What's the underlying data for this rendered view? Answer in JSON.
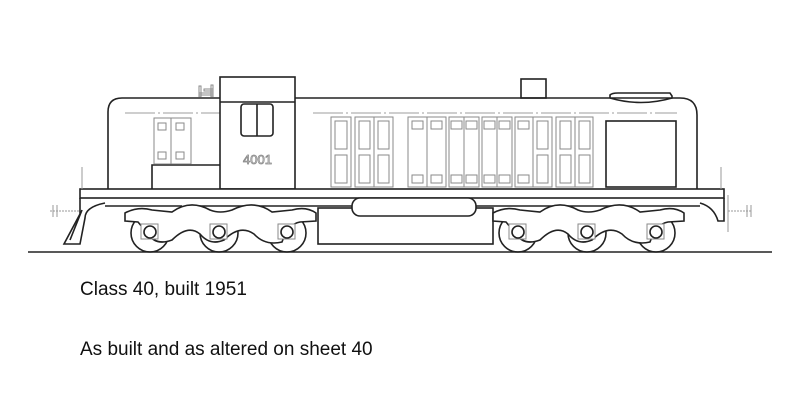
{
  "diagram": {
    "subject": "diesel-electric road switcher locomotive, side elevation line drawing",
    "road_number": "4001",
    "colors": {
      "outline": "#222222",
      "detail_lines": "#8a8a8a",
      "background": "#ffffff"
    },
    "components": [
      "short-hood",
      "horn",
      "cab",
      "cab-window",
      "long-hood",
      "hood-doors",
      "exhaust-stack",
      "radiator-grille",
      "dynamic-brake-hatch",
      "frame-walkway",
      "fuel-tank",
      "air-reservoir",
      "front-truck",
      "rear-truck",
      "pilot",
      "coupler-markers",
      "rail"
    ]
  },
  "captions": {
    "line1": "Class 40, built 1951",
    "line2": "As built and as altered on sheet 40"
  }
}
